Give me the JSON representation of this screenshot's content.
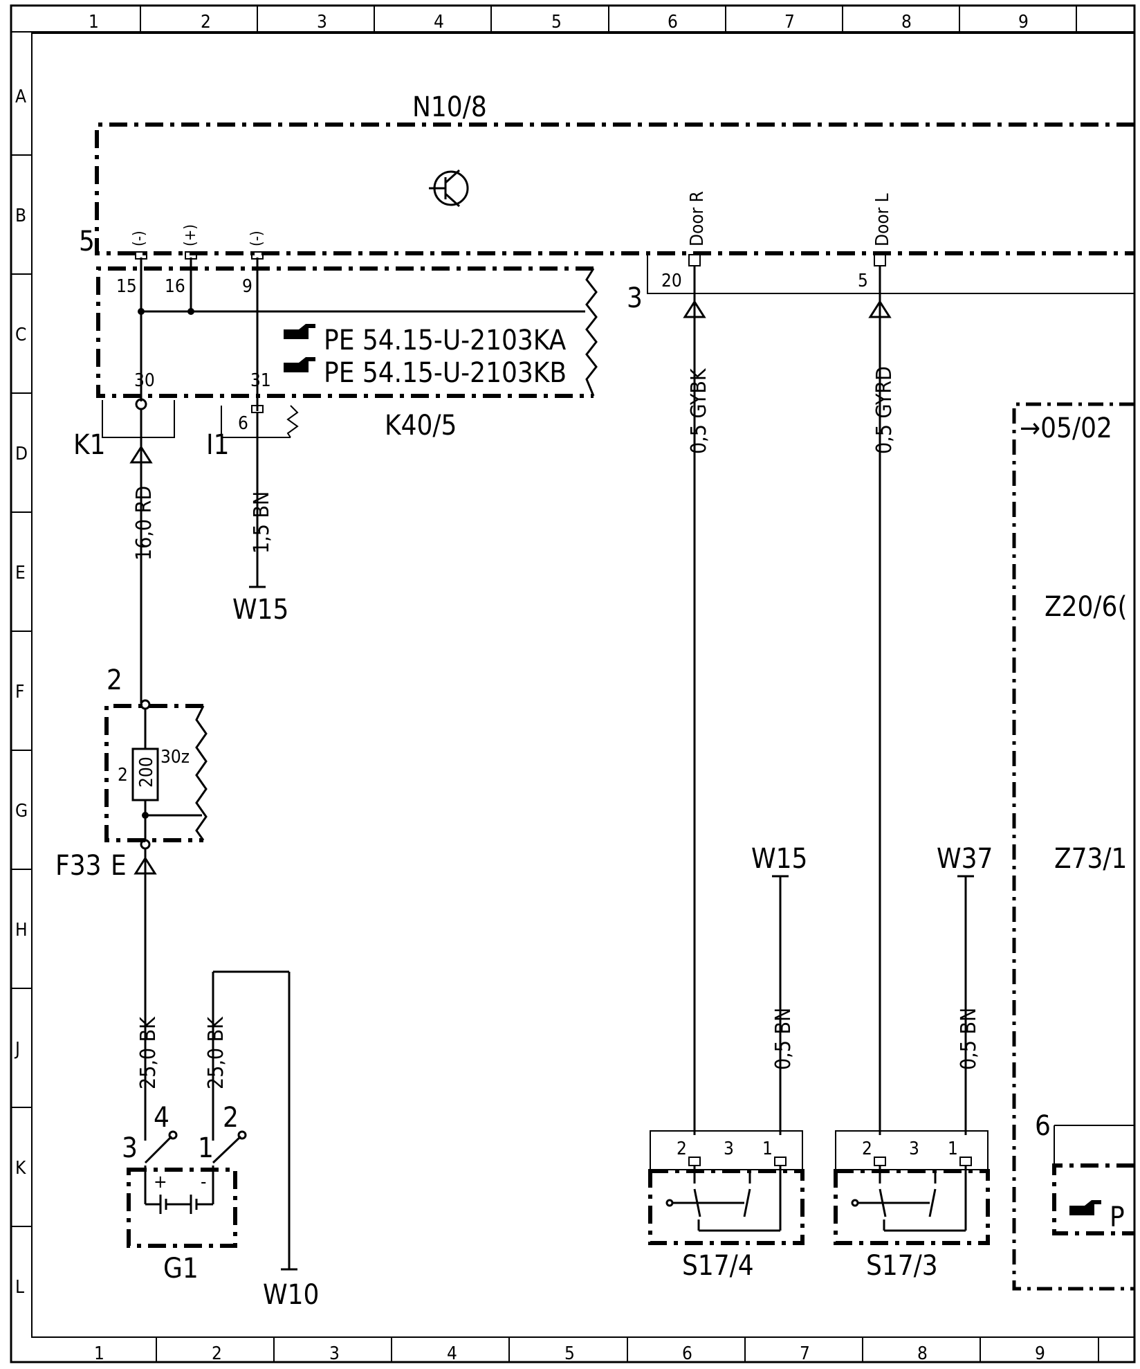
{
  "grid": {
    "columns": [
      "1",
      "2",
      "3",
      "4",
      "5",
      "6",
      "7",
      "8",
      "9"
    ],
    "rows": [
      "A",
      "B",
      "C",
      "D",
      "E",
      "F",
      "G",
      "H",
      "J",
      "K",
      "L"
    ]
  },
  "labels": {
    "n10_8": "N10/8",
    "k40_5": "K40/5",
    "k1": "K1",
    "i1": "I1",
    "f33": "F33",
    "f33_e": "E",
    "g1": "G1",
    "s17_4": "S17/4",
    "s17_3": "S17/3",
    "z20_6": "Z20/6(",
    "z73_1": "Z73/1",
    "ref_05_02": "→05/02",
    "w15_a": "W15",
    "w15_b": "W15",
    "w37": "W37",
    "w10": "W10",
    "pe_a": "PE  54.15-U-2103KA",
    "pe_b": "PE  54.15-U-2103KB",
    "pe_c": "P",
    "door_r": "Door R",
    "door_l": "Door L"
  },
  "wires": {
    "w_16rd": "16,0 RD",
    "w_15bn": "1,5 BN",
    "w_25bk_a": "25,0 BK",
    "w_25bk_b": "25,0 BK",
    "w_05gybk": "0,5 GYBK",
    "w_05gyrd": "0,5 GYRD",
    "w_05bn_a": "0,5 BN",
    "w_05bn_b": "0,5 BN"
  },
  "pins": {
    "p5": "5",
    "p15": "15",
    "p16": "16",
    "p9": "9",
    "p30": "30",
    "p31": "31",
    "p6": "6",
    "p3": "3",
    "p20": "20",
    "p5b": "5",
    "p2f": "2",
    "p2fuse": "2",
    "p30z": "30z",
    "p200": "200",
    "g1_3": "3",
    "g1_4": "4",
    "g1_1": "1",
    "g1_2": "2",
    "s4_2": "2",
    "s4_3": "3",
    "s4_1": "1",
    "s3_2": "2",
    "s3_3": "3",
    "s3_1": "1",
    "z_6": "6",
    "minus_a": "(-)",
    "plus": "(+)",
    "minus_b": "(-)",
    "batt_plus": "+",
    "batt_minus": "-"
  }
}
